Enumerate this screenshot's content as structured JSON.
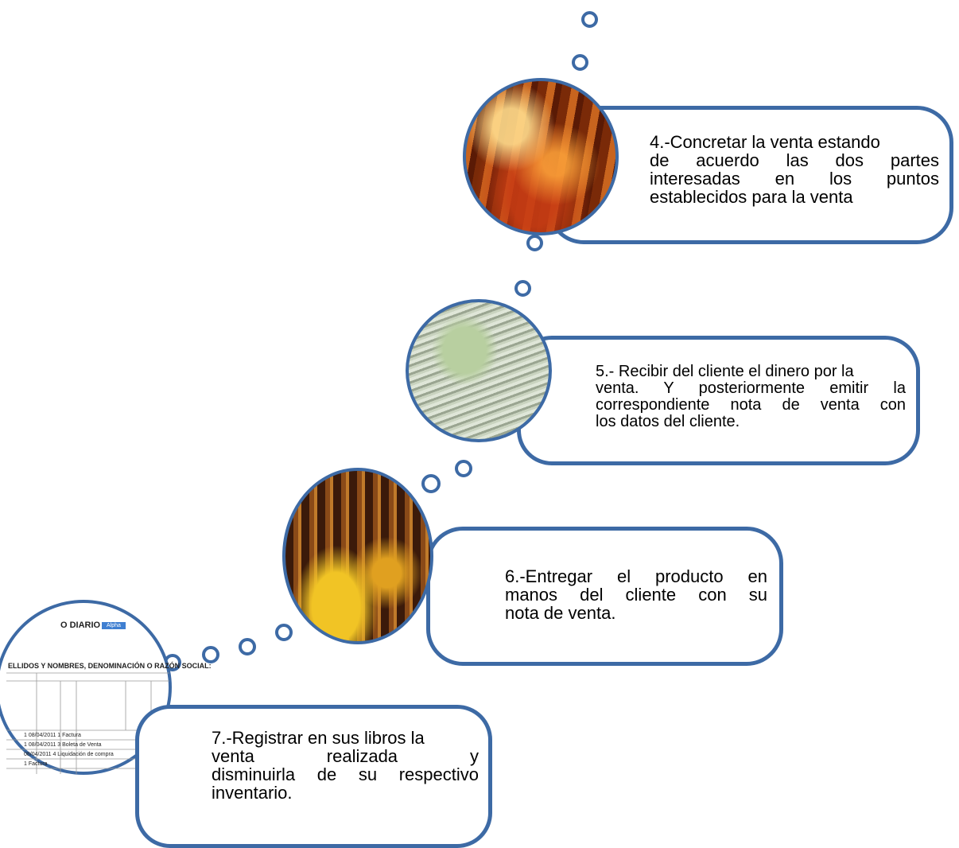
{
  "diagram": {
    "steps": [
      {
        "number": "4",
        "lines": [
          "4.-Concretar la venta estando",
          "de acuerdo las dos partes",
          "interesadas en los puntos",
          "establecidos para la venta"
        ]
      },
      {
        "number": "5",
        "lines": [
          "5.- Recibir del cliente el dinero por la",
          "venta. Y posteriormente emitir la",
          "correspondiente nota de venta con",
          "los datos del cliente."
        ]
      },
      {
        "number": "6",
        "lines": [
          "6.-Entregar el producto en",
          "manos del cliente con su",
          "nota de venta."
        ]
      },
      {
        "number": "7",
        "lines": [
          "7.-Registrar en sus libros la",
          "venta realizada y",
          "disminuirla de su respectivo",
          "inventario."
        ]
      }
    ],
    "photos": [
      {
        "icon": "market-stall-photo"
      },
      {
        "icon": "money-exchange-photo"
      },
      {
        "icon": "shop-interior-photo"
      },
      {
        "icon": "spreadsheet-photo"
      }
    ],
    "spreadsheet": {
      "title": "O DIARIO",
      "tab": "Alpha",
      "heading": "ELLIDOS Y NOMBRES, DENOMINACIÓN O RAZÓN SOCIAL:",
      "rows": [
        "1  08/04/2011    1 Factura",
        "1  08/04/2011    3 Boleta de Venta",
        "    08/04/2011    4 Liquidación de compra",
        "                       1 Factura"
      ]
    },
    "colors": {
      "border": "#3d6aa5",
      "background": "#ffffff",
      "text": "#000000"
    }
  }
}
